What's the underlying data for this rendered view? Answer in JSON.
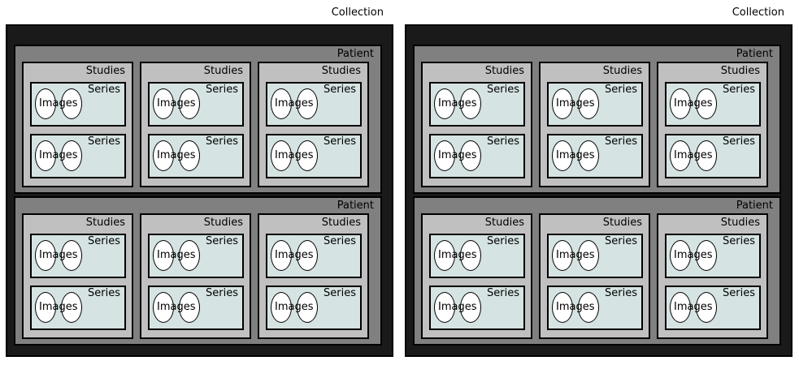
{
  "labels": {
    "collection": "Collection",
    "patient": "Patient",
    "studies": "Studies",
    "series": "Series",
    "images": "Images"
  },
  "colors": {
    "collection_fill": "#1a1a1a",
    "patient_fill": "#808080",
    "studies_fill": "#c0c0c0",
    "series_fill": "#d6e3e3",
    "images_fill": "#ffffff",
    "border": "#000000"
  }
}
